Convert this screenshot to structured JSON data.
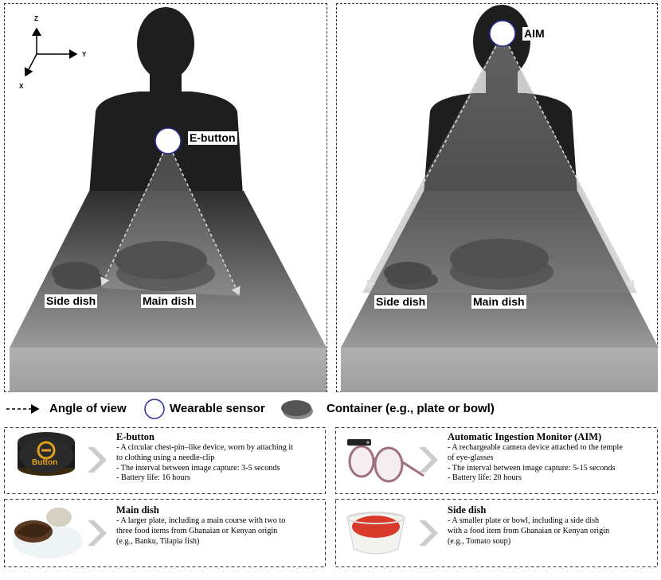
{
  "axes": {
    "z": "Z",
    "y": "Y",
    "x": "X"
  },
  "left_panel": {
    "sensor_label": "E-button",
    "side_dish_label": "Side dish",
    "main_dish_label": "Main dish"
  },
  "right_panel": {
    "sensor_label": "AIM",
    "side_dish_label": "Side dish",
    "main_dish_label": "Main dish"
  },
  "legend": {
    "angle_of_view": "Angle of view",
    "wearable_sensor": "Wearable sensor",
    "container": "Container (e.g., plate or bowl)"
  },
  "cards": {
    "ebutton": {
      "logo_text": "Button",
      "title": "E-button",
      "lines": [
        "- A circular chest-pin–like device, worn by attaching it",
        "to clothing using a needle-clip",
        "- The interval between image capture: 3-5 seconds",
        "- Battery life: 16 hours"
      ]
    },
    "aim": {
      "title": "Automatic Ingestion Monitor (AIM)",
      "lines": [
        "- A rechargeable camera device attached to the temple",
        "of eye-glasses",
        "- The interval between image capture: 5-15 seconds",
        "- Battery life: 20 hours"
      ]
    },
    "main_dish": {
      "title": "Main dish",
      "lines": [
        "- A larger plate, including a main course with two to",
        "three food items from Ghanaian or Kenyan origin",
        "(e.g., Banku, Tilapia fish)"
      ]
    },
    "side_dish": {
      "title": "Side dish",
      "lines": [
        "- A smaller plate or bowl, including a side dish",
        "with a food item from Ghanaian or Kenyan origin",
        "(e.g., Tomato soup)"
      ]
    }
  },
  "colors": {
    "silhouette": "#1e1e1e",
    "table_top": "#3a3a3a",
    "table_front": "#a8a8a8",
    "sensor_border": "#2a2a9a",
    "container": "#555555"
  }
}
